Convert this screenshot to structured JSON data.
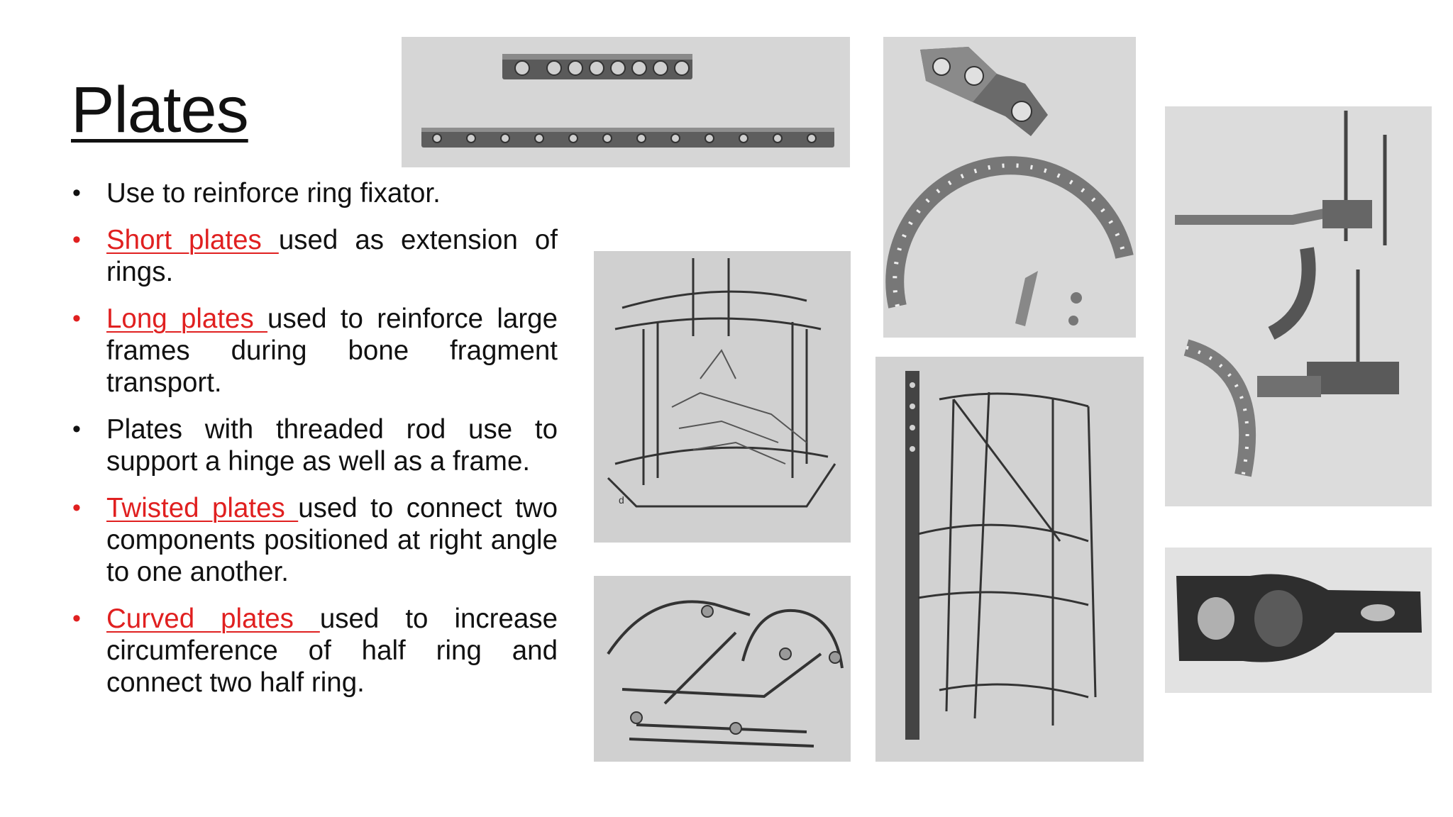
{
  "slide": {
    "title": "Plates",
    "bullets": [
      {
        "term": "",
        "text": "Use to reinforce ring fixator.",
        "highlight": false
      },
      {
        "term": "Short plates ",
        "text": "used as extension of rings.",
        "highlight": true
      },
      {
        "term": "Long plates ",
        "text": "used to reinforce large frames during bone fragment transport.",
        "highlight": true
      },
      {
        "term": "",
        "text": "Plates with threaded rod use to support a hinge as well as a frame.",
        "highlight": false
      },
      {
        "term": "Twisted plates ",
        "text": "used to connect two components positioned at right angle to one another.",
        "highlight": true
      },
      {
        "term": "Curved plates ",
        "text": "used to increase circumference of half ring and connect two half ring.",
        "highlight": true
      }
    ],
    "bullet_symbol": "•",
    "figure_letter": "d"
  },
  "colors": {
    "accent": "#e02020",
    "text": "#111111",
    "photo_bg": "#d4d4d4"
  }
}
